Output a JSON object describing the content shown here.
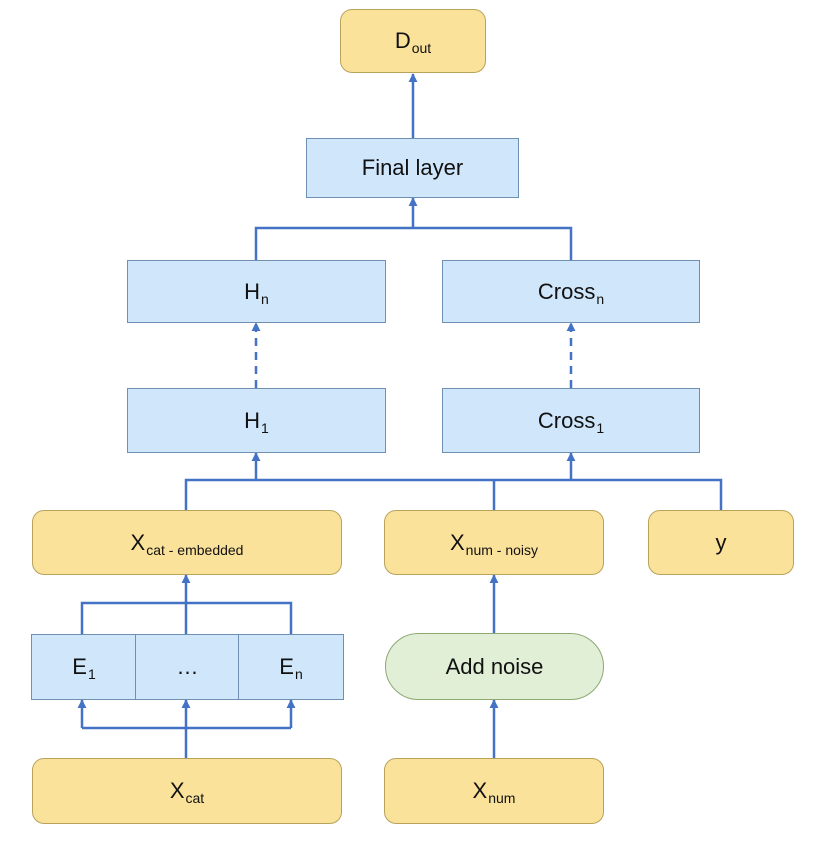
{
  "nodes": {
    "d_out": {
      "main": "D",
      "sub": "out"
    },
    "final": {
      "main": "Final layer"
    },
    "h_n": {
      "main": "H",
      "sub": "n"
    },
    "cross_n": {
      "main": "Cross",
      "sub": "n"
    },
    "h_1": {
      "main": "H",
      "sub": "1"
    },
    "cross_1": {
      "main": "Cross",
      "sub": "1"
    },
    "x_cat_emb": {
      "main": "X",
      "sub": "cat - embedded"
    },
    "x_num_noisy": {
      "main": "X",
      "sub": "num - noisy"
    },
    "y": {
      "main": "y"
    },
    "e_1": {
      "main": "E",
      "sub": "1"
    },
    "e_dots": {
      "main": "…"
    },
    "e_n": {
      "main": "E",
      "sub": "n"
    },
    "add_noise": {
      "main": "Add noise"
    },
    "x_cat": {
      "main": "X",
      "sub": "cat"
    },
    "x_num": {
      "main": "X",
      "sub": "num"
    }
  },
  "colors": {
    "layer_fill": "#cfe6fb",
    "layer_border": "#6f8fb3",
    "io_fill": "#fbe29a",
    "io_border": "#b9a35a",
    "noise_fill": "#e1efd6",
    "noise_border": "#8ea875",
    "connector": "#4472c4"
  }
}
